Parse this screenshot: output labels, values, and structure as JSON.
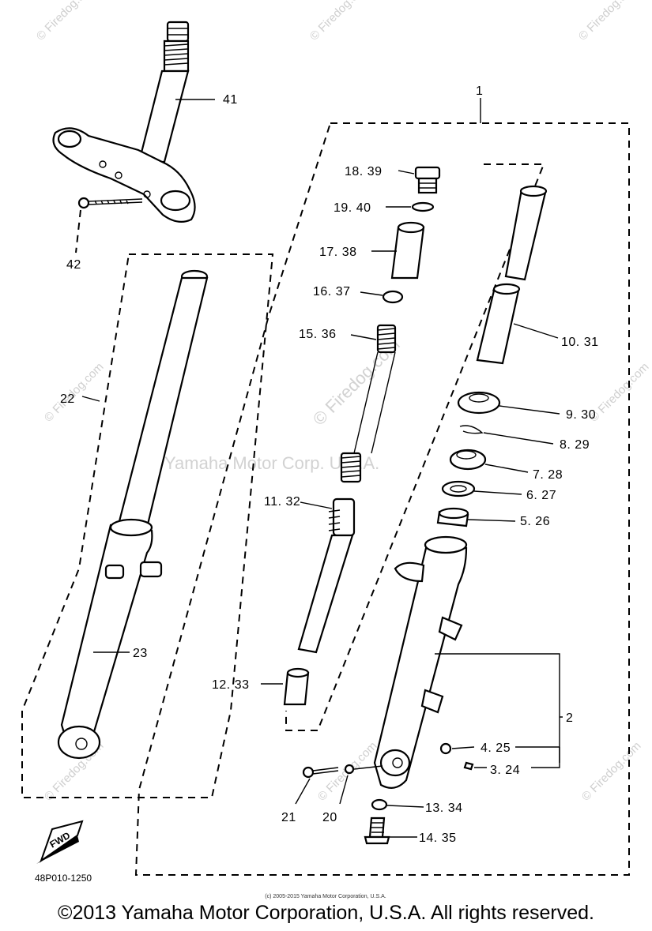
{
  "watermarks": {
    "site": "© Firedog.com",
    "brand": "Yamaha Motor Corp. U.S.A."
  },
  "labels": {
    "p41": "41",
    "p42": "42",
    "p22": "22",
    "p23": "23",
    "p1": "1",
    "p18": "18. 39",
    "p19": "19. 40",
    "p17": "17. 38",
    "p16": "16. 37",
    "p15": "15. 36",
    "p11": "11. 32",
    "p12": "12. 33",
    "p10": "10. 31",
    "p9": "9. 30",
    "p8": "8. 29",
    "p7": "7. 28",
    "p6": "6. 27",
    "p5": "5. 26",
    "p2": "2",
    "p4": "4. 25",
    "p3": "3. 24",
    "p13": "13. 34",
    "p14": "14. 35",
    "p21": "21",
    "p20": "20"
  },
  "fwd_mark": "FWD",
  "diagram_ref": "48P010-1250",
  "small_copyright": "(c) 2005-2015 Yamaha Motor Corporation, U.S.A.",
  "footer_copyright": "©2013 Yamaha Motor Corporation, U.S.A. All rights reserved."
}
